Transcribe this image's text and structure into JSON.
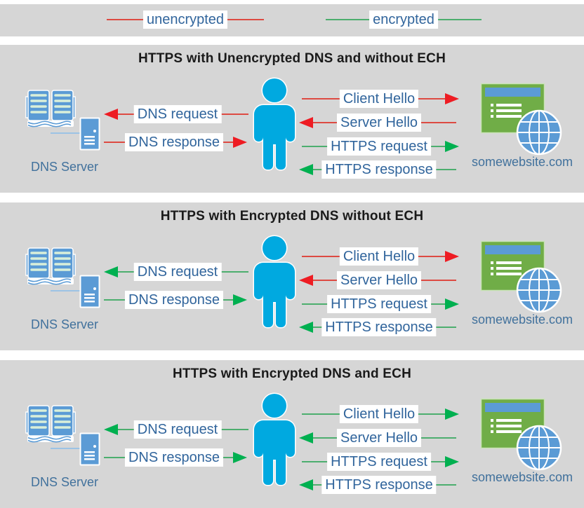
{
  "colors": {
    "panel-bg": "#d6d6d6",
    "red-line": "#dd4a42",
    "red-head": "#ee1c23",
    "green-line": "#4cae6e",
    "green-head": "#00b050",
    "label-blue": "#31659c",
    "caption-blue": "#41719c",
    "title-color": "#1a1a1a",
    "icon-blue": "#5b9bd5",
    "icon-blue-light": "#9cc3e5",
    "stripe-mint": "#d9efd9",
    "person-blue": "#00a9e0",
    "web-green": "#70ad47",
    "web-green-border": "#c9e3b6"
  },
  "legend": {
    "items": [
      {
        "label": "unencrypted",
        "color": "red",
        "dir": "none"
      },
      {
        "label": "encrypted",
        "color": "green",
        "dir": "none"
      }
    ]
  },
  "icons": {
    "dns_server": "open-book-and-server-icon",
    "user": "person-icon",
    "website": "browser-window-and-globe-icon"
  },
  "sections": [
    {
      "title": "HTTPS with Unencrypted DNS and without ECH",
      "dns_server_label": "DNS Server",
      "website_label": "somewebsite.com",
      "arrows": {
        "dns_request": {
          "label": "DNS request",
          "color": "red",
          "dir": "left"
        },
        "dns_response": {
          "label": "DNS response",
          "color": "red",
          "dir": "right"
        },
        "client_hello": {
          "label": "Client Hello",
          "color": "red",
          "dir": "right"
        },
        "server_hello": {
          "label": "Server Hello",
          "color": "red",
          "dir": "left"
        },
        "https_request": {
          "label": "HTTPS request",
          "color": "green",
          "dir": "right"
        },
        "https_response": {
          "label": "HTTPS response",
          "color": "green",
          "dir": "left"
        }
      }
    },
    {
      "title": "HTTPS with Encrypted DNS without ECH",
      "dns_server_label": "DNS Server",
      "website_label": "somewebsite.com",
      "arrows": {
        "dns_request": {
          "label": "DNS request",
          "color": "green",
          "dir": "left"
        },
        "dns_response": {
          "label": "DNS response",
          "color": "green",
          "dir": "right"
        },
        "client_hello": {
          "label": "Client Hello",
          "color": "red",
          "dir": "right"
        },
        "server_hello": {
          "label": "Server Hello",
          "color": "red",
          "dir": "left"
        },
        "https_request": {
          "label": "HTTPS request",
          "color": "green",
          "dir": "right"
        },
        "https_response": {
          "label": "HTTPS response",
          "color": "green",
          "dir": "left"
        }
      }
    },
    {
      "title": "HTTPS with Encrypted DNS and ECH",
      "dns_server_label": "DNS Server",
      "website_label": "somewebsite.com",
      "arrows": {
        "dns_request": {
          "label": "DNS request",
          "color": "green",
          "dir": "left"
        },
        "dns_response": {
          "label": "DNS response",
          "color": "green",
          "dir": "right"
        },
        "client_hello": {
          "label": "Client Hello",
          "color": "green",
          "dir": "right"
        },
        "server_hello": {
          "label": "Server Hello",
          "color": "green",
          "dir": "left"
        },
        "https_request": {
          "label": "HTTPS request",
          "color": "green",
          "dir": "right"
        },
        "https_response": {
          "label": "HTTPS response",
          "color": "green",
          "dir": "left"
        }
      }
    }
  ]
}
